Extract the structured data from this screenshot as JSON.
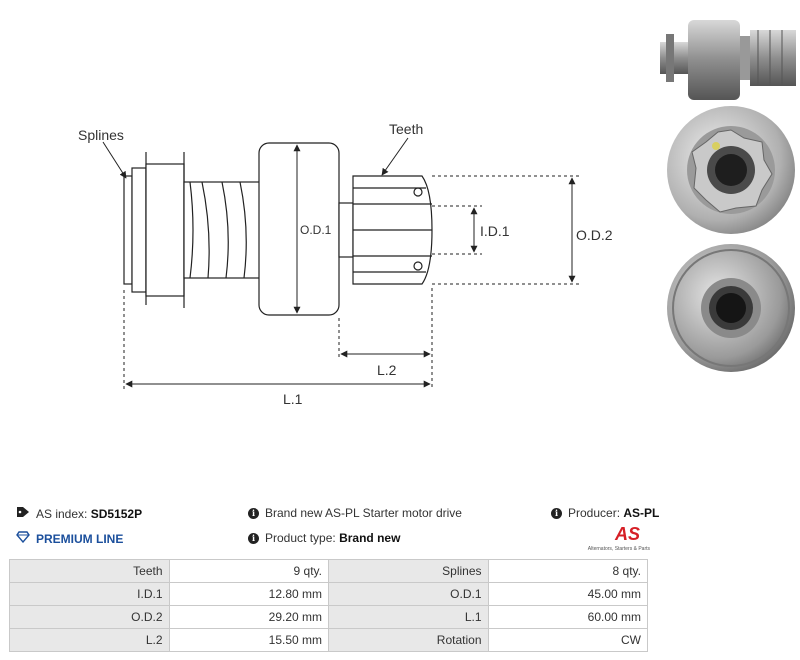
{
  "drawing": {
    "labels": {
      "splines": "Splines",
      "teeth": "Teeth",
      "od1": "O.D.1",
      "id1": "I.D.1",
      "od2": "O.D.2",
      "l2": "L.2",
      "l1": "L.1"
    }
  },
  "info": {
    "as_index_label": "AS index:",
    "as_index_value": "SD5152P",
    "premium_line": "PREMIUM LINE",
    "description": "Brand new AS-PL Starter motor drive",
    "product_type_label": "Product type:",
    "product_type_value": "Brand new",
    "producer_label": "Producer:",
    "producer_value": "AS-PL"
  },
  "logo": {
    "mark": "AS",
    "tagline": "Alternators, Starters & Parts"
  },
  "specs": [
    [
      "Teeth",
      "9 qty.",
      "Splines",
      "8 qty."
    ],
    [
      "I.D.1",
      "12.80 mm",
      "O.D.1",
      "45.00 mm"
    ],
    [
      "O.D.2",
      "29.20 mm",
      "L.1",
      "60.00 mm"
    ],
    [
      "L.2",
      "15.50 mm",
      "Rotation",
      "CW"
    ]
  ],
  "colors": {
    "accent_blue": "#1b4f9c",
    "logo_red": "#d61f26"
  }
}
